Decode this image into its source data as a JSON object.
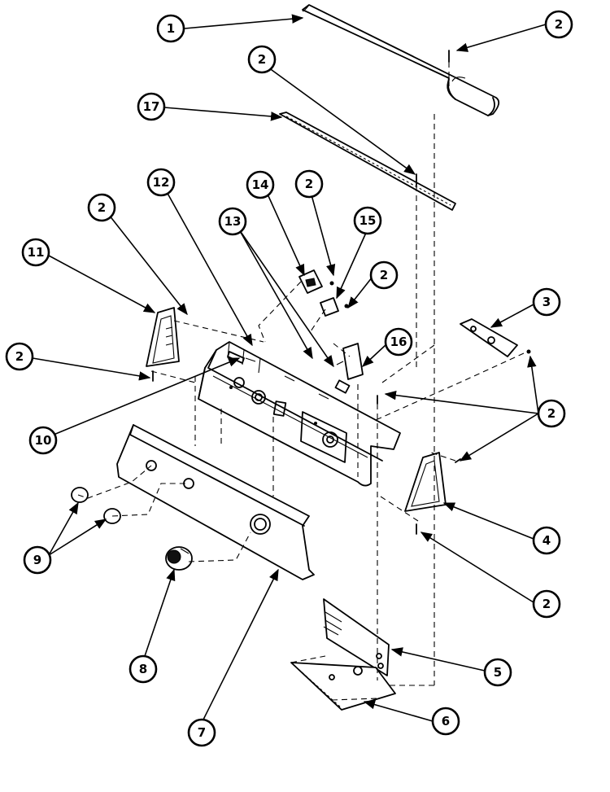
{
  "diagram": {
    "callouts": [
      {
        "id": "c1",
        "label": "1"
      },
      {
        "id": "c2a",
        "label": "2"
      },
      {
        "id": "c2b",
        "label": "2"
      },
      {
        "id": "c17",
        "label": "17"
      },
      {
        "id": "c12",
        "label": "12"
      },
      {
        "id": "c14",
        "label": "14"
      },
      {
        "id": "c2c",
        "label": "2"
      },
      {
        "id": "c15",
        "label": "15"
      },
      {
        "id": "c13",
        "label": "13"
      },
      {
        "id": "c2d",
        "label": "2"
      },
      {
        "id": "c2e",
        "label": "2"
      },
      {
        "id": "c11",
        "label": "11"
      },
      {
        "id": "c3",
        "label": "3"
      },
      {
        "id": "c16",
        "label": "16"
      },
      {
        "id": "c2f",
        "label": "2"
      },
      {
        "id": "c2g",
        "label": "2"
      },
      {
        "id": "c10",
        "label": "10"
      },
      {
        "id": "c4",
        "label": "4"
      },
      {
        "id": "c9",
        "label": "9"
      },
      {
        "id": "c2h",
        "label": "2"
      },
      {
        "id": "c8",
        "label": "8"
      },
      {
        "id": "c5",
        "label": "5"
      },
      {
        "id": "c6",
        "label": "6"
      },
      {
        "id": "c7",
        "label": "7"
      }
    ]
  }
}
